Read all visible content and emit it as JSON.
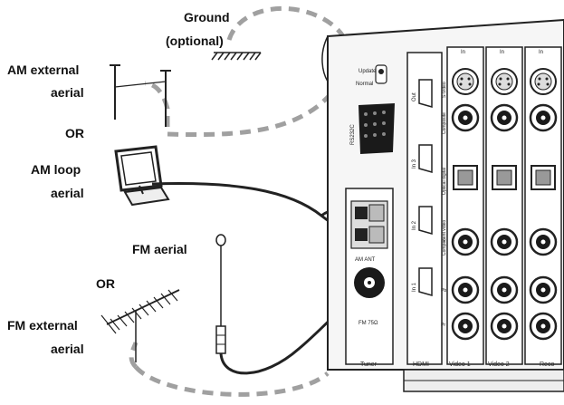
{
  "labels": {
    "ground": "Ground",
    "ground_optional": "(optional)",
    "am_external_1": "AM external",
    "am_external_2": "aerial",
    "or_1": "OR",
    "am_loop_1": "AM loop",
    "am_loop_2": "aerial",
    "fm_aerial": "FM aerial",
    "or_2": "OR",
    "fm_external_1": "FM external",
    "fm_external_2": "aerial"
  },
  "panel": {
    "switch_top": "Update",
    "switch_bottom": "Normal",
    "rs232": "RS232C",
    "hdmi": "HDMI",
    "hdmi_ports": [
      "Out",
      "In 3",
      "In 2",
      "In 1"
    ],
    "tuner": "Tuner",
    "am_ant": "AM ANT",
    "fm_ant": "FM 75Ω",
    "col_in": [
      "In",
      "In",
      "In"
    ],
    "side_labels": [
      "S-Video",
      "Composite",
      "Optical digital",
      "Component video",
      "Y",
      "Pb",
      "Pr"
    ],
    "bottom_labels": [
      "Video 1",
      "Video 2",
      "Reco"
    ]
  },
  "colors": {
    "line": "#222222",
    "dash": "#9a9a9a",
    "panel": "#f4f4f4"
  }
}
